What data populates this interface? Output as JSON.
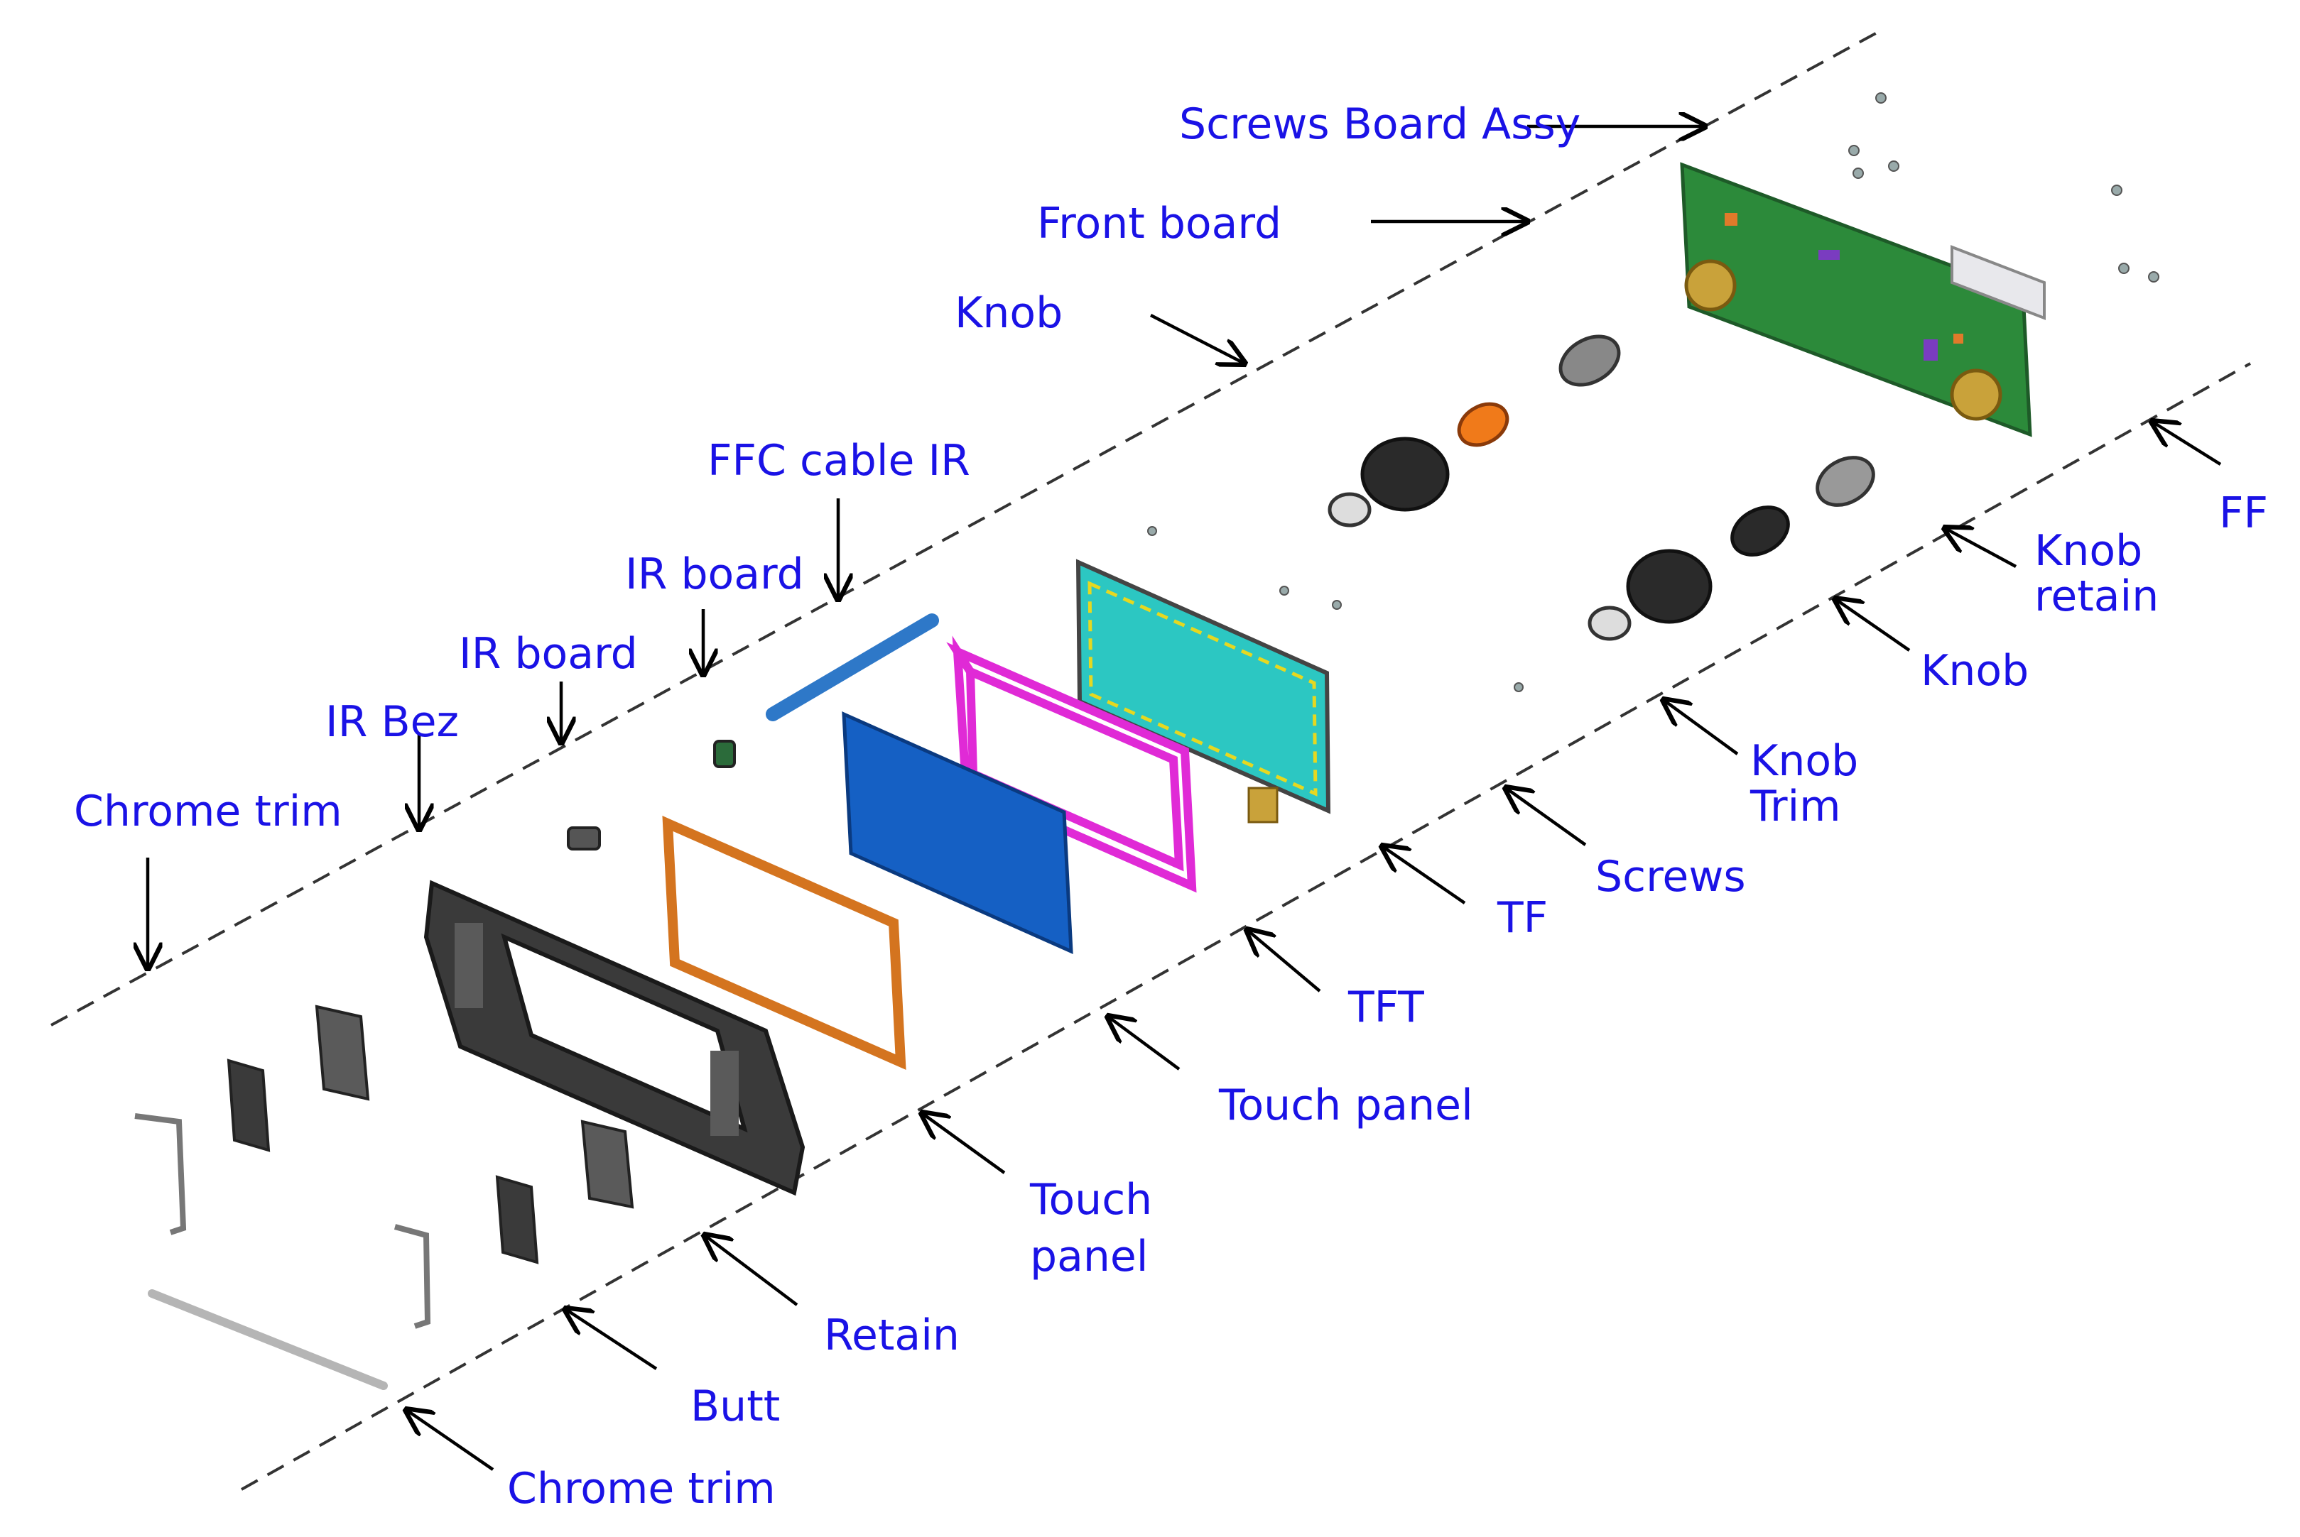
{
  "colors": {
    "label": "#1a12e6",
    "leader": "#000000",
    "dashed": "#333333",
    "bezel": "#3a3a3a",
    "touch_panel_outline": "#d4741f",
    "tft": "#1560c4",
    "tf_frame": "#e02ad6",
    "board_cyan": "#2cc7c2",
    "front_board": "#2c8a3a",
    "ffc_cable": "#2e78c8",
    "knob_orange": "#f07a1a"
  },
  "labels": {
    "screws_board_assy": "Screws Board Assy",
    "front_board": "Front board",
    "knob_top": "Knob",
    "ffc_cable_ir": "FFC cable IR",
    "ir_board_1": "IR board",
    "ir_board_2": "IR board",
    "ir_bez": "IR Bez",
    "chrome_trim_top": "Chrome trim",
    "ff": "FF",
    "knob_retain": "Knob\nretain",
    "knob_right": "Knob",
    "knob_trim": "Knob\nTrim",
    "screws": "Screws",
    "tf": "TF",
    "tft": "TFT",
    "touch_panel_1": "Touch panel",
    "touch_panel_2": "Touch\npanel",
    "retain": "Retain",
    "butt": "Butt",
    "chrome_trim_bottom": "Chrome trim"
  },
  "components": [
    {
      "icon": "bezel-frame-icon"
    },
    {
      "icon": "touch-panel-icon"
    },
    {
      "icon": "tft-display-icon"
    },
    {
      "icon": "tf-frame-icon"
    },
    {
      "icon": "circuit-board-icon"
    },
    {
      "icon": "front-board-icon"
    },
    {
      "icon": "ffc-cable-icon"
    },
    {
      "icon": "knob-icon"
    },
    {
      "icon": "screw-icon"
    },
    {
      "icon": "button-pad-icon"
    },
    {
      "icon": "chrome-trim-icon"
    }
  ]
}
